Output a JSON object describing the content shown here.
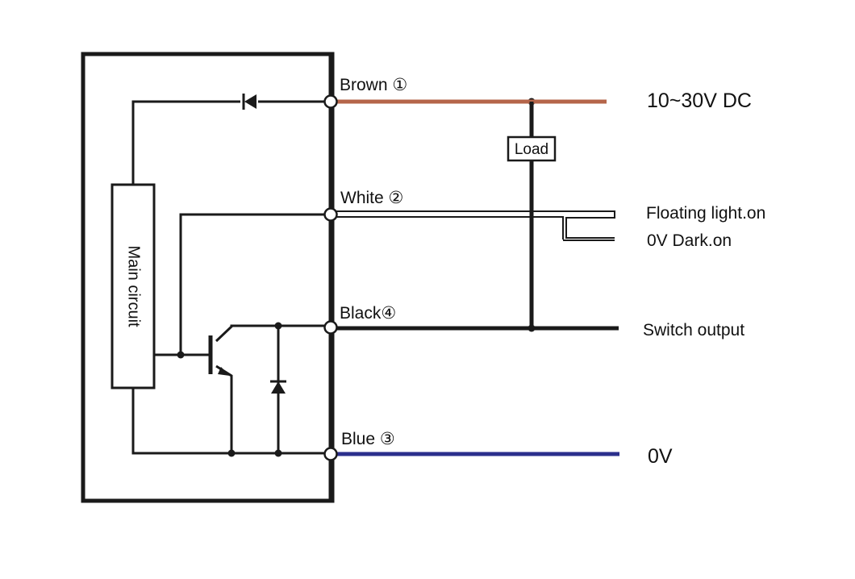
{
  "diagram": {
    "internal": {
      "main_circuit_label": "Main circuit"
    },
    "terminals": {
      "brown": {
        "label": "Brown ①",
        "wire_color": "#b5654a"
      },
      "white": {
        "label": "White ②"
      },
      "black": {
        "label": "Black④",
        "wire_color": "#1a1a1a"
      },
      "blue": {
        "label": "Blue ③",
        "wire_color": "#2b2f8c"
      }
    },
    "load_label": "Load",
    "outputs": {
      "supply": "10~30V DC",
      "floating": "Floating light.on",
      "dark": "0V Dark.on",
      "switch": "Switch output",
      "ground": "0V"
    }
  }
}
